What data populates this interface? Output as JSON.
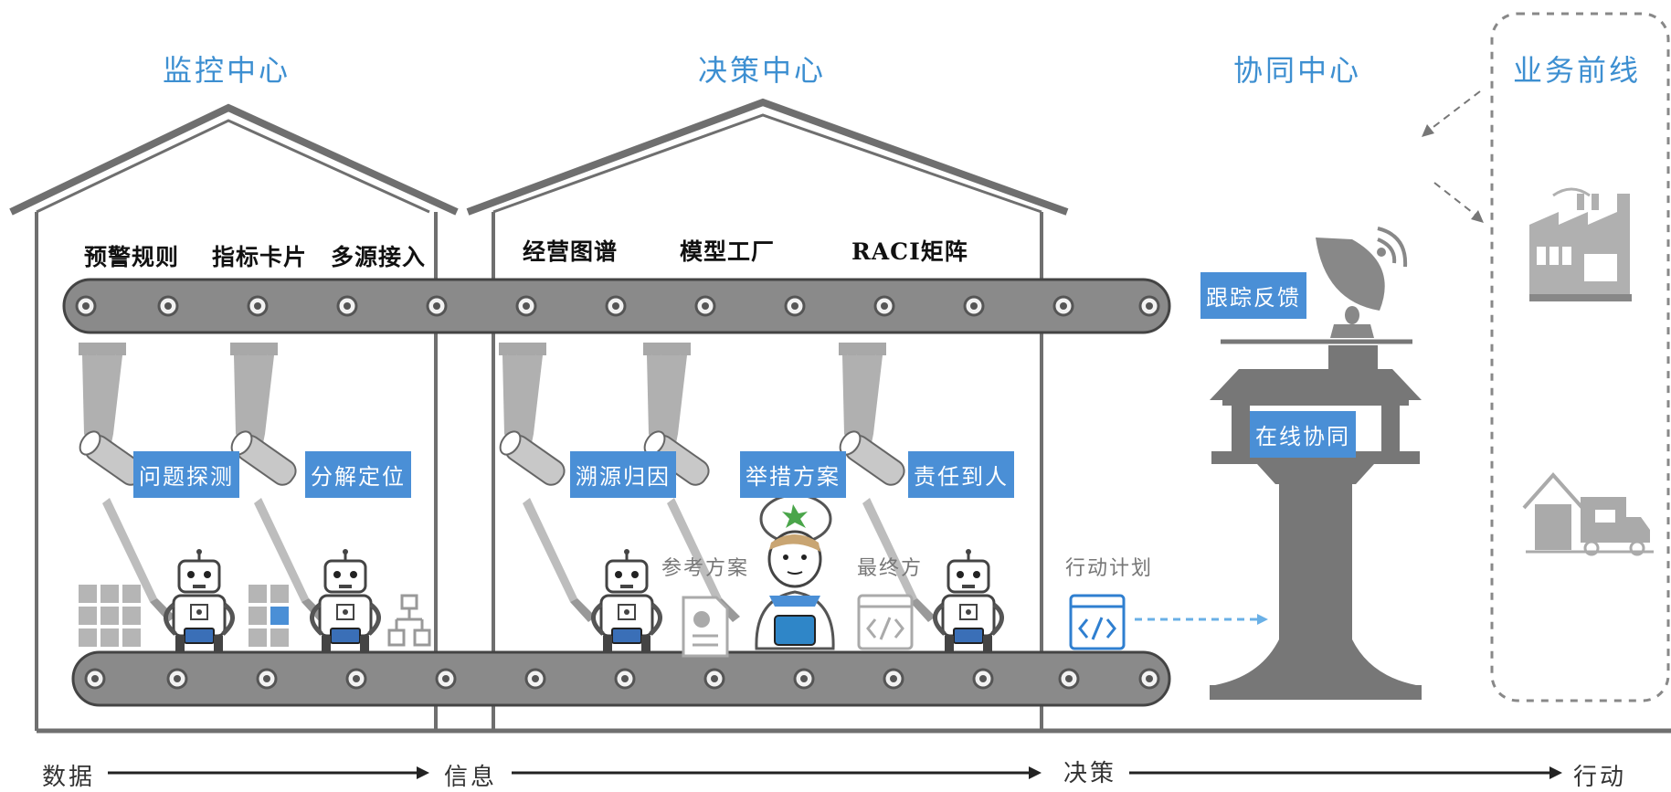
{
  "zones": {
    "monitoring": "监控中心",
    "decision": "决策中心",
    "collaboration": "协同中心",
    "frontline": "业务前线"
  },
  "modules": {
    "warning_rules": "预警规则",
    "indicator_cards": "指标卡片",
    "multi_source": "多源接入",
    "business_graph": "经营图谱",
    "model_factory": "模型工厂",
    "raci_matrix": "RACI矩阵"
  },
  "tasks": {
    "problem_detection": "问题探测",
    "decompose_locate": "分解定位",
    "trace_cause": "溯源归因",
    "list_plans": "举措方案",
    "responsibility": "责任到人",
    "tracking_feedback": "跟踪反馈",
    "online_collab": "在线协同"
  },
  "artifacts": {
    "reference_plan": "参考方案",
    "final_plan": "最终方",
    "action_plan": "行动计划"
  },
  "flow": {
    "data": "数据",
    "info": "信息",
    "decision": "决策",
    "action": "行动"
  },
  "colors": {
    "accent": "#4a8fd6",
    "title": "#3d8fd1",
    "structure": "#6f6f6f",
    "icon_grey": "#b5b5b5"
  }
}
